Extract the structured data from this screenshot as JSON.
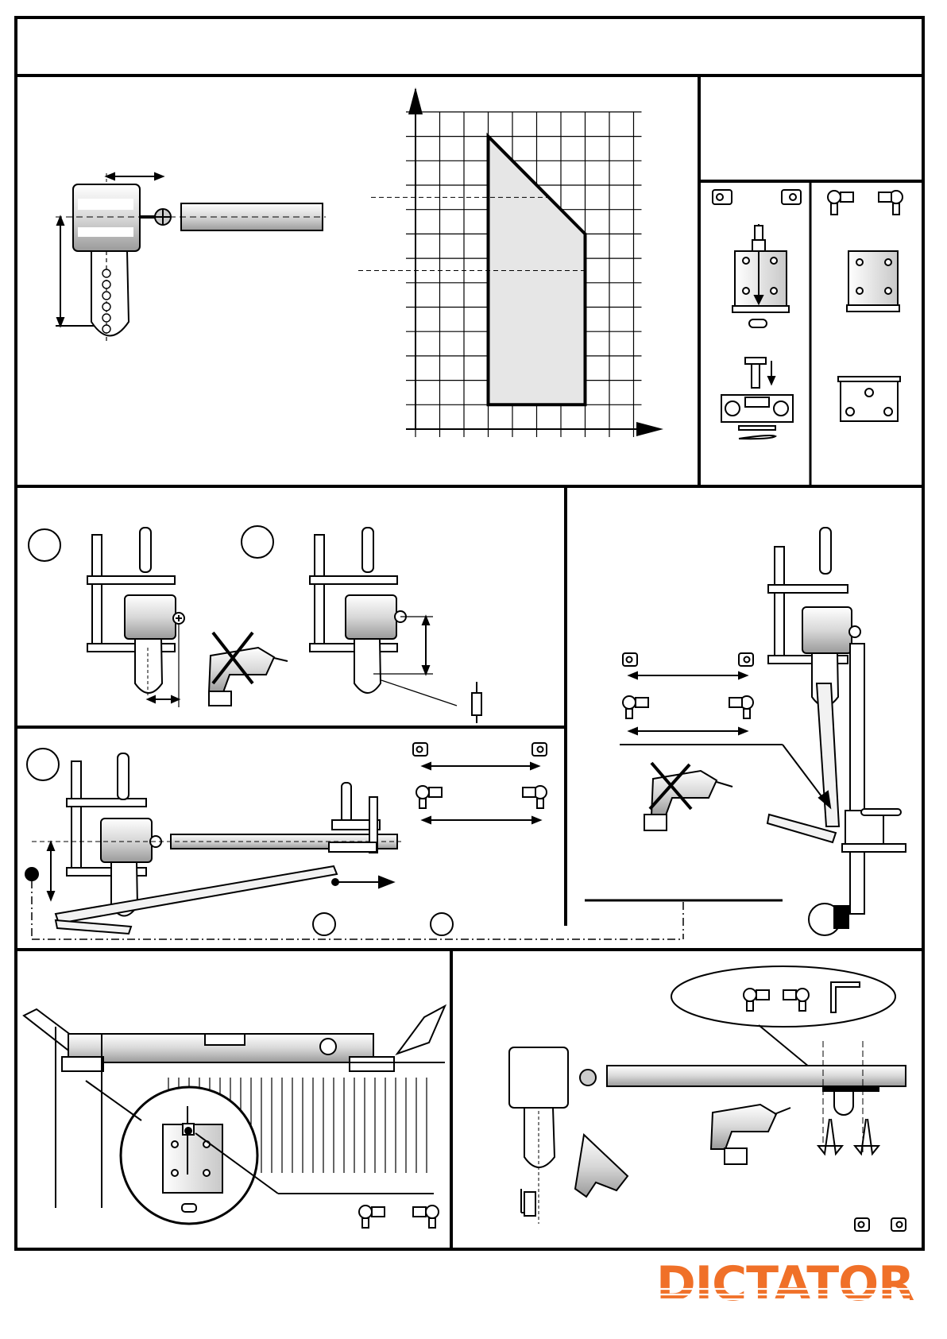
{
  "brand": {
    "name": "DICTATOR",
    "color": "#f07028"
  },
  "chart_data": {
    "type": "area",
    "title": "",
    "xlabel": "",
    "ylabel": "",
    "grid": true,
    "axes": {
      "x_arrow": true,
      "y_arrow": true
    },
    "series": [
      {
        "values_shape": "permissible-range polygon (shaded)",
        "points_grid_units": [
          [
            3,
            1
          ],
          [
            3,
            12
          ],
          [
            7,
            8
          ],
          [
            7,
            1
          ]
        ]
      }
    ],
    "reference_lines": 2
  },
  "steps": {
    "count_circles": 6
  }
}
